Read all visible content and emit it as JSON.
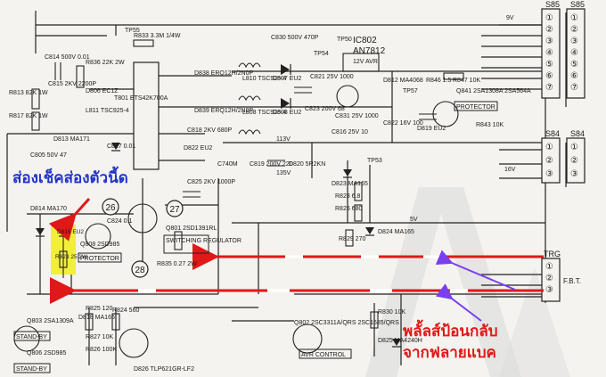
{
  "annotations": {
    "check_note": "ส่องเช็คส่องตัวนี้ด",
    "pulse_line1": "พลั้ลส์ป้อนกลับ",
    "pulse_line2": "จากฟลายแบค",
    "highlight_color": "#f2ef3a",
    "arrow_color": "#e01818",
    "pointer_color": "#7a3ef0",
    "note_color": "#2233cc"
  },
  "connectors": {
    "s85": "S85",
    "s84": "S84",
    "trg": "TRG",
    "fbt": "F.B.T.",
    "pins_s85": [
      "①",
      "②",
      "③",
      "④",
      "⑤",
      "⑥",
      "⑦"
    ],
    "pins_s84": [
      "①",
      "②",
      "③"
    ],
    "pins_trg": [
      "①",
      "②",
      "③"
    ]
  },
  "labels": {
    "tp55": "TP55",
    "tp50": "TP50",
    "tp54": "TP54",
    "tp53": "TP53",
    "tp57": "TP57",
    "ic802": "IC802",
    "an7812": "AN7812",
    "avr12": "12V AVR",
    "v9": "9V",
    "v5": "5V",
    "v16": "16V",
    "v135": "135V",
    "v113": "113V",
    "c814": "C814 500V 0.01",
    "r836": "R836 22K 2W",
    "r833": "R833 3.3M 1/4W",
    "c815": "C815 2KV 2200P",
    "d806": "D806 EC1Z",
    "t801": "T801 ETS42K700A",
    "r813": "R813 82K 1W",
    "r817": "R817 82K 1W",
    "l811": "L811 TSC925-4",
    "d813": "D813 MA171",
    "c805": "C805 50V 47",
    "c818": "C818 2KV 680P",
    "d838": "D838 ERQ12H/2N0P",
    "d839": "D839 ERQ12H/2N0P",
    "c830": "C830 500V 470P",
    "l810": "L810 TSC925-4",
    "l808": "L808 TSC925-4",
    "d807": "D807 EU2",
    "d808": "D808 EU2",
    "c821": "C821 25V 1000",
    "c823": "C823 200V 68",
    "c831": "C831 25V 1000",
    "c822": "C822 16V 100",
    "c816": "C816 25V 10",
    "d812": "D812 MA4068",
    "d819": "D819 EU2",
    "r846": "R846 1.5",
    "r847": "R847 10K",
    "q841": "Q841 2SA1308A 2SA564A",
    "protector_top": "PROTECTOR",
    "r843": "R843 10K",
    "c817": "C817 0.01",
    "d822": "D822 EU2",
    "c819": "C819 200V 220",
    "d820": "D820 5R2KN",
    "c740": "C740M",
    "d823": "D823 MA165",
    "r828": "R828 6.8",
    "r826": "R826 680",
    "r829": "R829 270",
    "d824": "D824 MA165",
    "d814": "D814 MA170",
    "d815": "D815 EU2",
    "r823": "R823 25 2W",
    "c825": "C825 2KV 1000P",
    "q801": "Q801 2SD1391RL",
    "c824": "C824 0.1",
    "q808": "Q808 2SD985",
    "protector": "PROTECTOR",
    "switching": "SWITCHING REGULATOR",
    "r835": "R835 0.27 2W",
    "r825": "R825 120",
    "d818": "D818 MA165",
    "r824": "R824 560",
    "q803": "Q803 2SA1309A",
    "standby1": "STAND-BY",
    "q806": "Q806 2SD985",
    "standby2": "STAND-BY",
    "r827": "R827 10K",
    "r826b": "R826 100K",
    "d826": "D826 TLP621GR-LF2",
    "q802": "Q802 2SC3311A/QRS 2SC1685/QRS",
    "avr_control": "AVR CONTROL",
    "r830": "R830 10K",
    "d825": "D825 MA4240H",
    "n26": "26",
    "n27": "27",
    "n28": "28"
  }
}
